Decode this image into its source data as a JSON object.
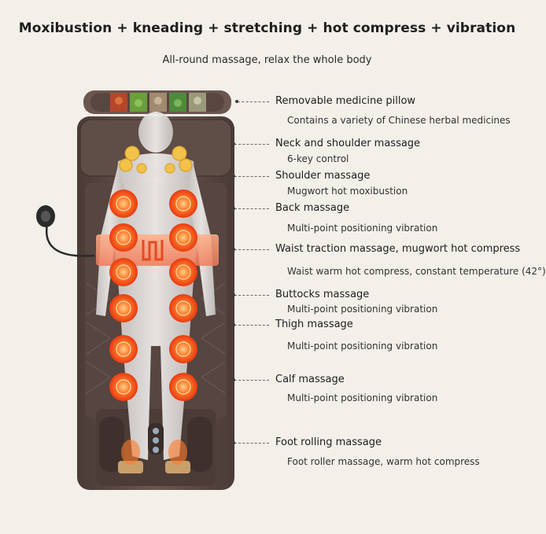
{
  "title": "Moxibustion + kneading + stretching + hot compress + vibration",
  "subtitle": "All-round massage, relax the whole body",
  "features": [
    {
      "label": "Removable medicine pillow",
      "detail": "Contains a variety of Chinese herbal medicines"
    },
    {
      "label": "Neck and shoulder massage",
      "detail": "6-key control"
    },
    {
      "label": "Shoulder massage",
      "detail": "Mugwort hot moxibustion"
    },
    {
      "label": "Back massage",
      "detail": "Multi-point positioning vibration"
    },
    {
      "label": "Waist traction massage, mugwort hot compress",
      "detail": "Waist warm hot compress, constant temperature (42°)"
    },
    {
      "label": "Buttocks massage",
      "detail": "Multi-point positioning vibration"
    },
    {
      "label": "Thigh massage",
      "detail": "Multi-point positioning vibration"
    },
    {
      "label": "Calf massage",
      "detail": "Multi-point positioning vibration"
    },
    {
      "label": "Foot rolling massage",
      "detail": "Foot roller massage, warm hot compress"
    }
  ],
  "colors": {
    "background": "#f3efe9",
    "mat": "#5b4a44",
    "heat": "#ff5a1a",
    "herb_pillow": "#6b5650"
  },
  "icons": [
    "herbal-pillow-icon",
    "remote-controller-icon",
    "heat-node-icon",
    "body-silhouette-icon"
  ]
}
